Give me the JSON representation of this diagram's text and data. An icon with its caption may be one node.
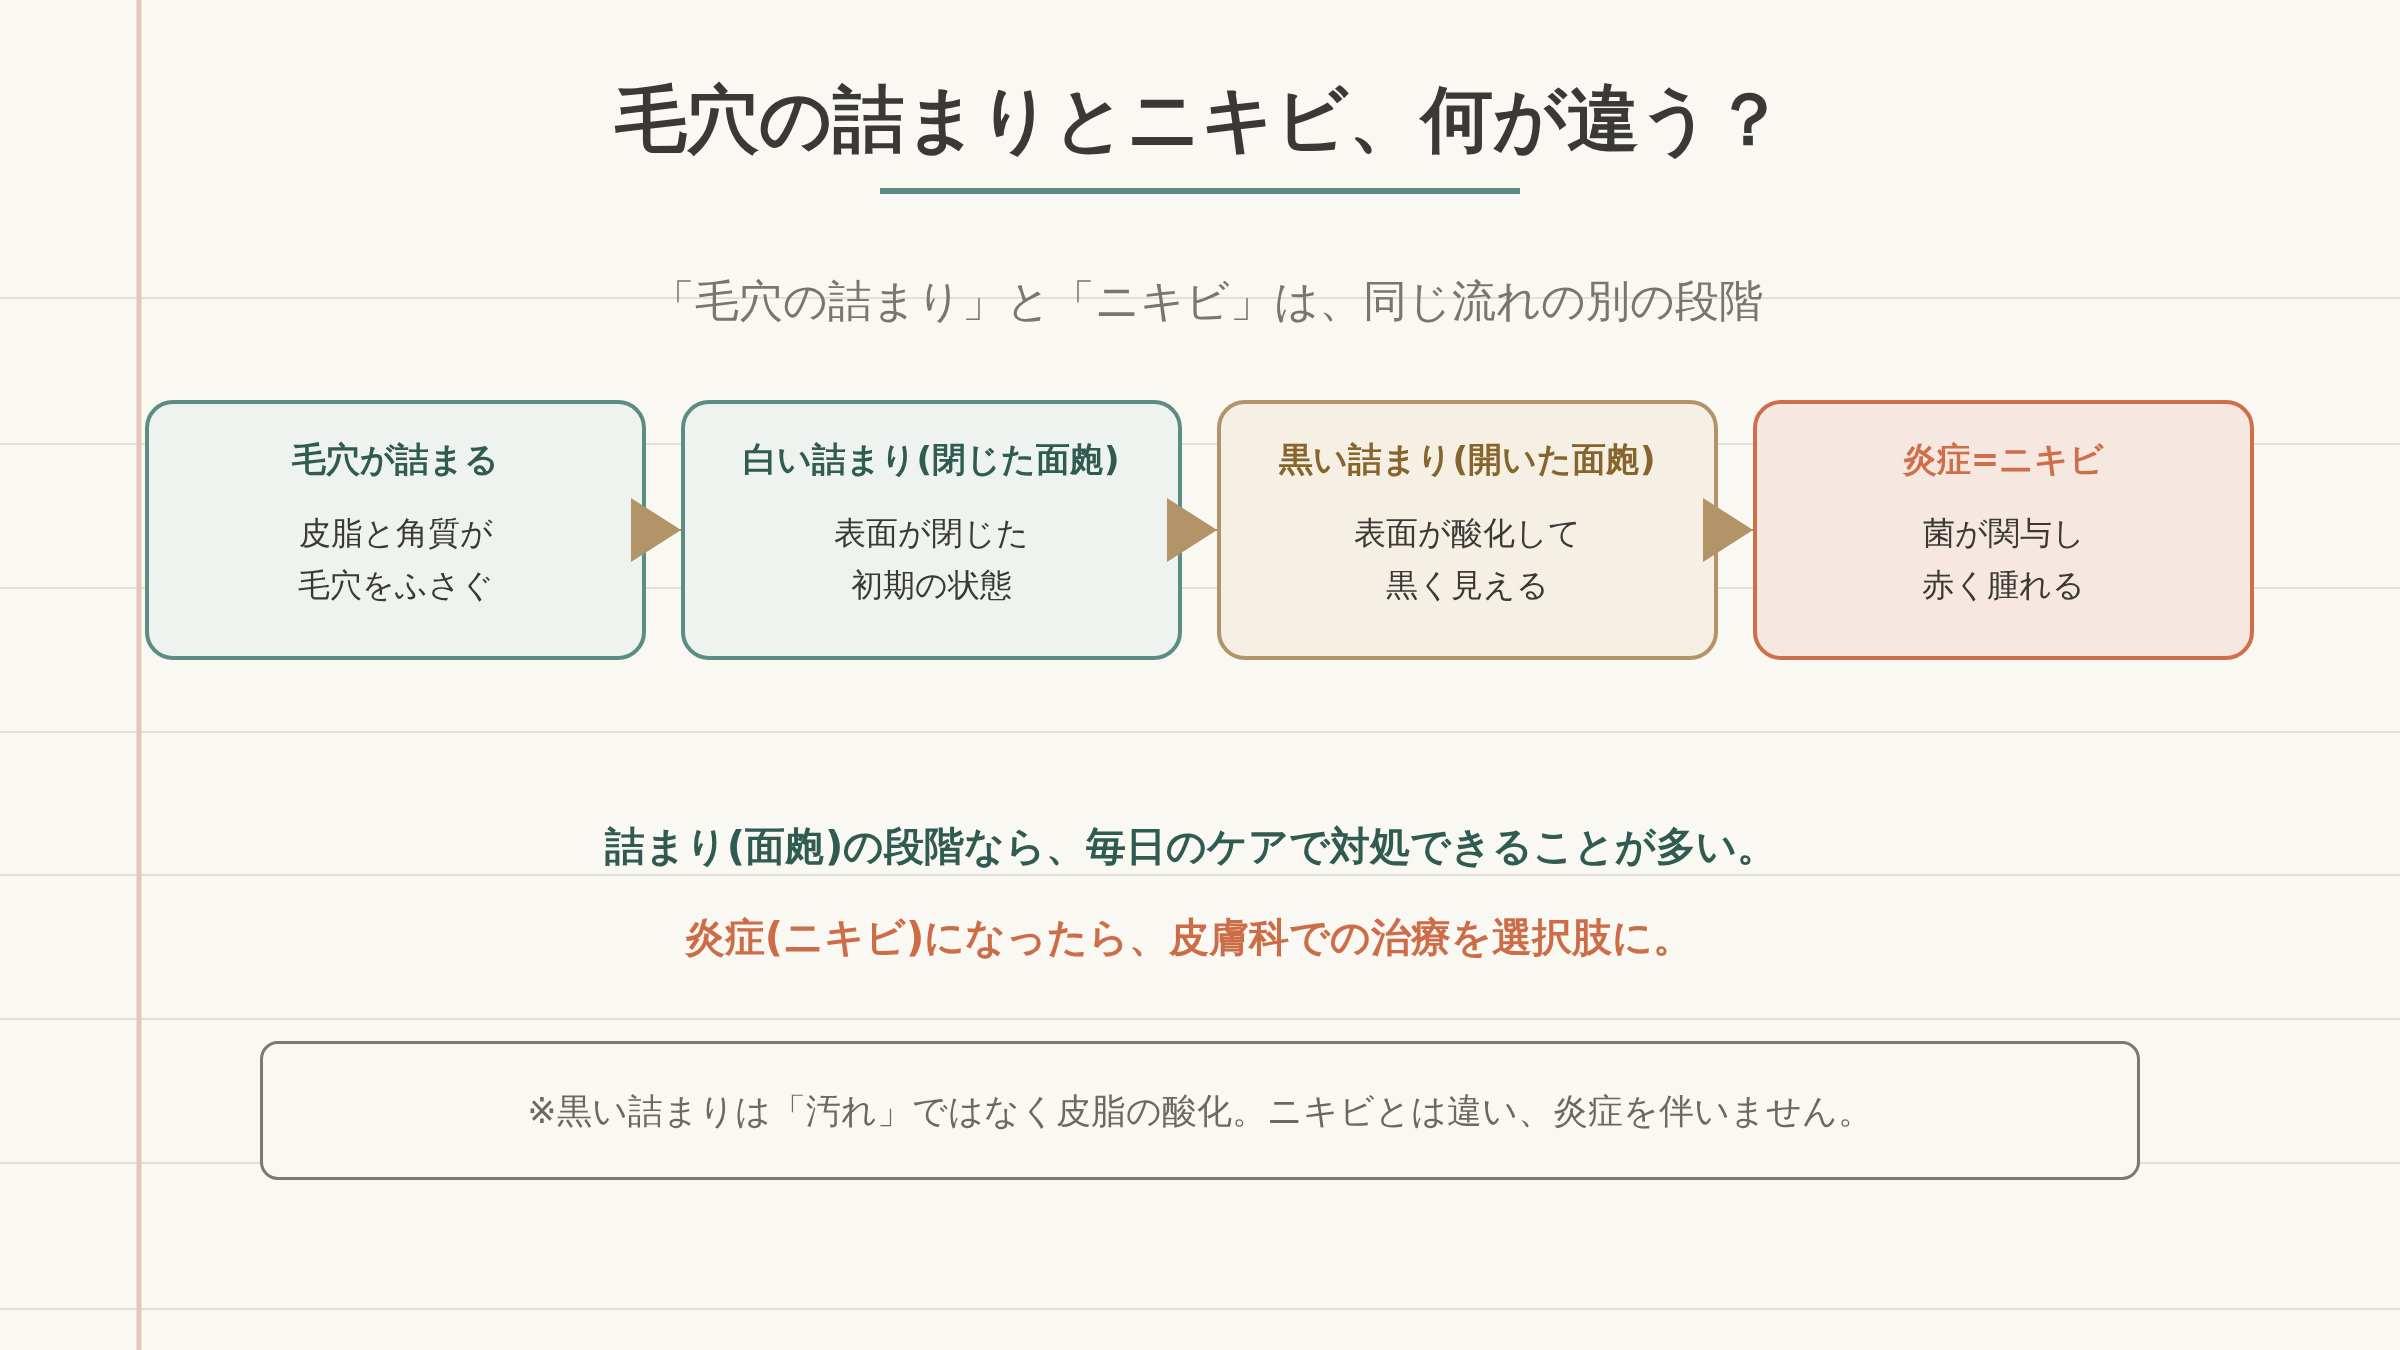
{
  "diagram": {
    "title": "毛穴の詰まりとニキビ、何が違う？",
    "nodes": [
      {
        "text": [
          "毛穴が詰まる",
          "皮脂と角質が毛穴をふさぐ"
        ]
      },
      {
        "text": [
          "白い詰まり(閉じた面皰)",
          "表面が閉じた初期の状態"
        ]
      },
      {
        "text": [
          "黒い詰まり(開いた面皰)",
          "表面が酸化して黒く見える"
        ]
      },
      {
        "text": [
          "炎症=ニキビ",
          "菌が関与し赤く腫れる"
        ]
      },
      {
        "text": [
          "※黒い詰まりは「汚れ」ではなく皮脂の酸化。ニキビとは違い、炎症を伴いません。"
        ]
      }
    ],
    "edges": [
      {
        "from": 0,
        "to": 1,
        "arrow": "to"
      },
      {
        "from": 1,
        "to": 2,
        "arrow": "to"
      },
      {
        "from": 2,
        "to": 3,
        "arrow": "to"
      }
    ],
    "labels": [
      "「毛穴の詰まり」と「ニキビ」は、同じ流れの別の段階",
      "詰まり(面皰)の段階なら、毎日のケアで対処できることが多い。",
      "炎症(ニキビ)になったら、皮膚科での治療を選択肢に。"
    ]
  }
}
